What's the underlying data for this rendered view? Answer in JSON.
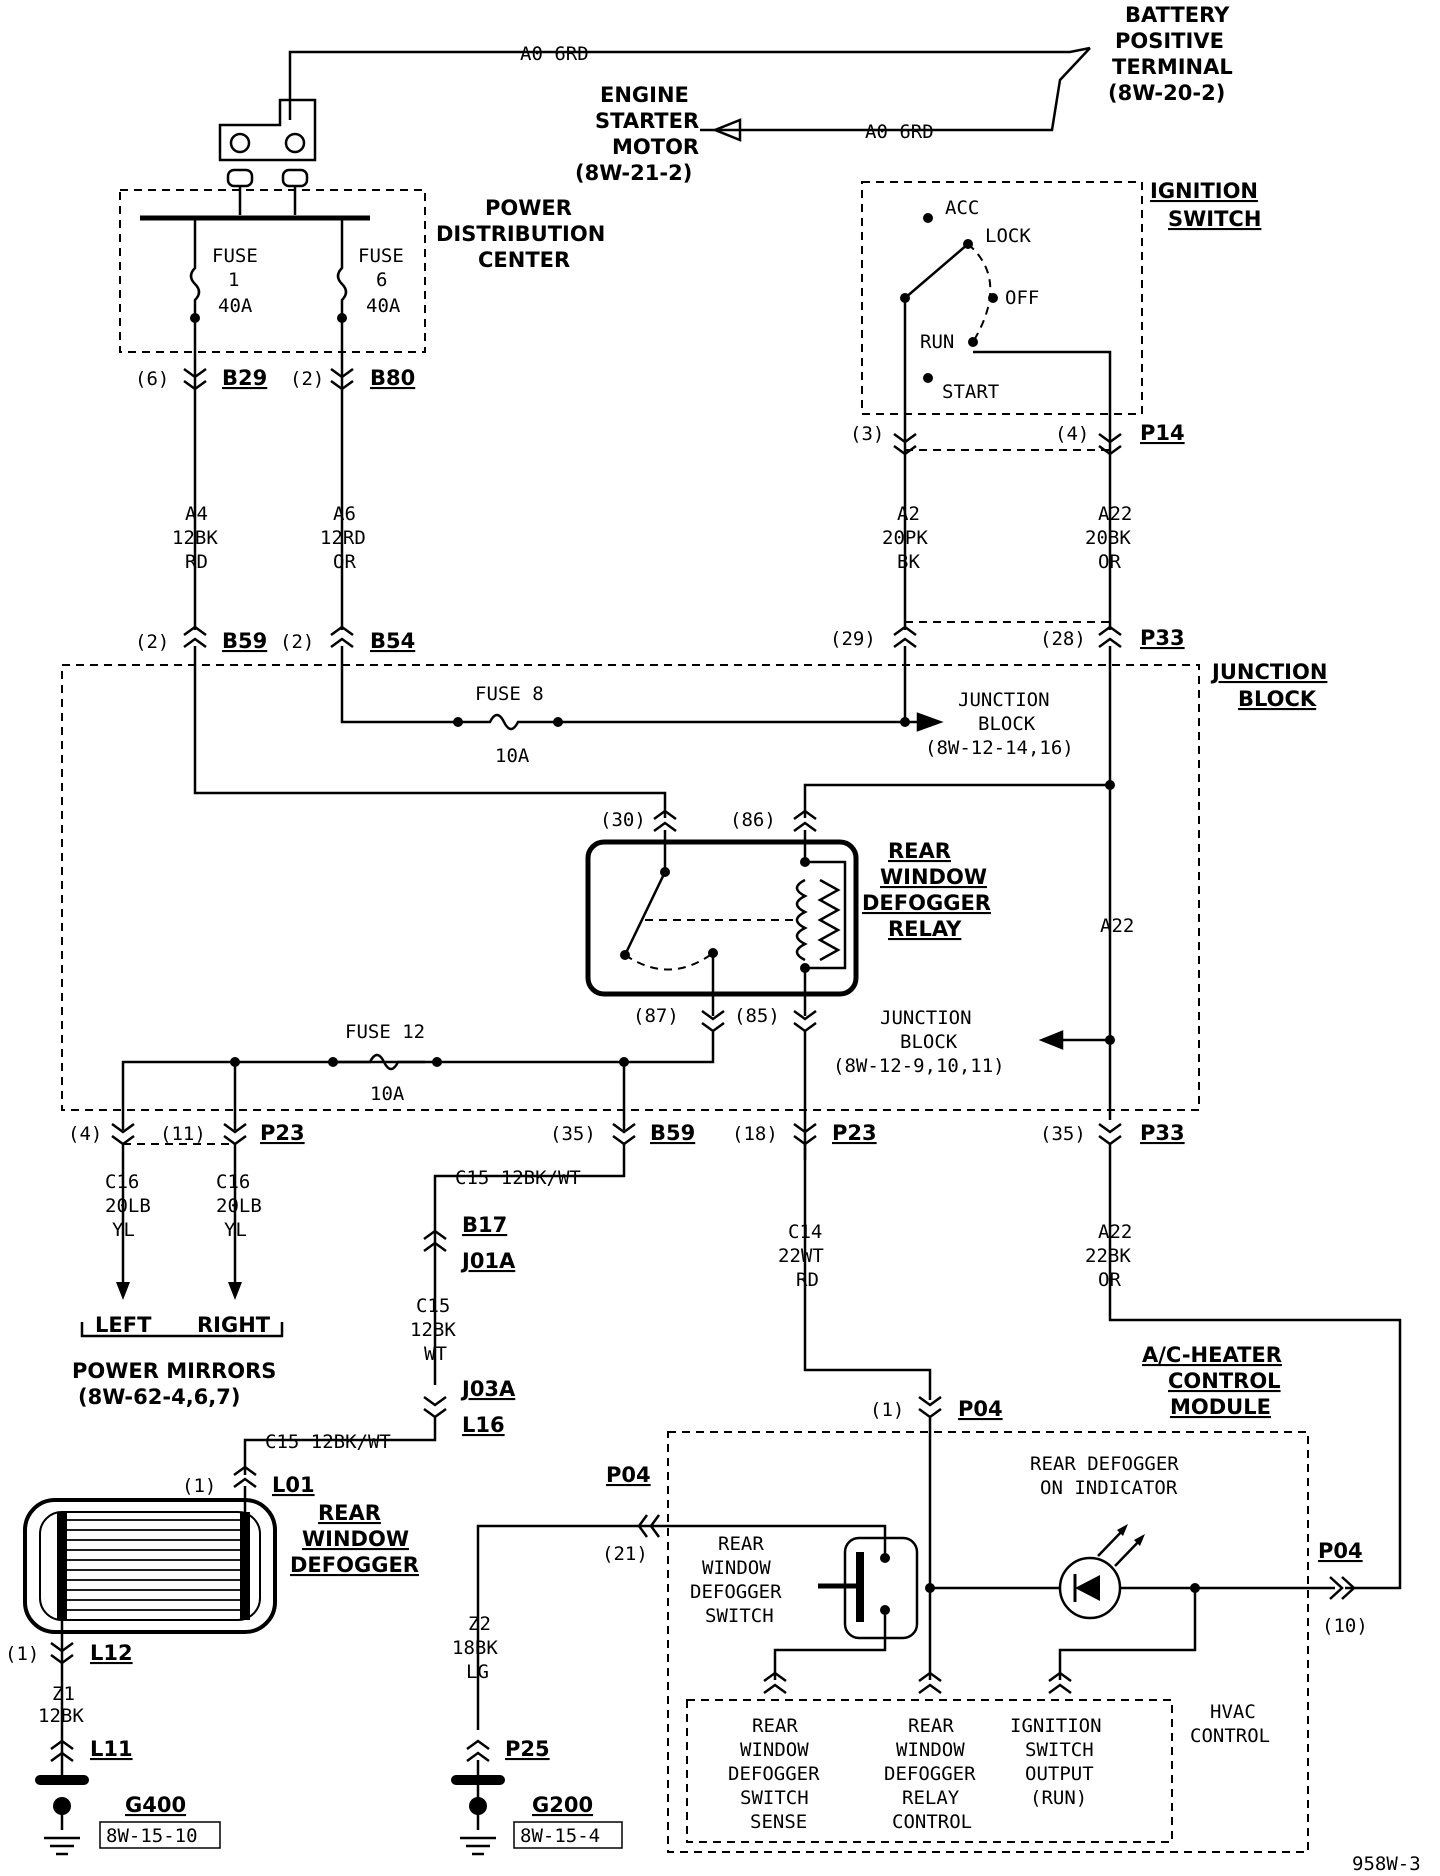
{
  "figure_id": "958W-3",
  "titles": {
    "battery": [
      "BATTERY",
      "POSITIVE",
      "TERMINAL",
      "(8W-20-2)"
    ],
    "starter": [
      "ENGINE",
      "STARTER",
      "MOTOR",
      "(8W-21-2)"
    ],
    "pdc": [
      "POWER",
      "DISTRIBUTION",
      "CENTER"
    ],
    "ignition": [
      "IGNITION",
      "SWITCH"
    ],
    "junction": [
      "JUNCTION",
      "BLOCK"
    ],
    "relay": [
      "REAR",
      "WINDOW",
      "DEFOGGER",
      "RELAY"
    ],
    "defogger": [
      "REAR",
      "WINDOW",
      "DEFOGGER"
    ],
    "mirrors": [
      "POWER MIRRORS",
      "(8W-62-4,6,7)"
    ],
    "mirror_left": "LEFT",
    "mirror_right": "RIGHT",
    "module": [
      "A/C-HEATER",
      "CONTROL",
      "MODULE"
    ]
  },
  "wires": {
    "batt_top": "A0 6RD",
    "batt_starter": "A0 6RD",
    "a4": [
      "A4",
      "12BK",
      "RD"
    ],
    "a6": [
      "A6",
      "12RD",
      "OR"
    ],
    "a2": [
      "A2",
      "20PK",
      "BK"
    ],
    "a22_top": [
      "A22",
      "20BK",
      "OR"
    ],
    "a22_mid": "A22",
    "c16_l": [
      "C16",
      "20LB",
      "YL"
    ],
    "c16_r": [
      "C16",
      "20LB",
      "YL"
    ],
    "c15_top": "C15 12BK/WT",
    "c15_mid": [
      "C15",
      "12BK",
      "WT"
    ],
    "c15_bot": "C15 12BK/WT",
    "c14": [
      "C14",
      "22WT",
      "RD"
    ],
    "a22_bot": [
      "A22",
      "22BK",
      "OR"
    ],
    "z1": [
      "Z1",
      "12BK"
    ],
    "z2": [
      "Z2",
      "18BK",
      "LG"
    ]
  },
  "fuses": {
    "f1": [
      "FUSE",
      "1",
      "40A"
    ],
    "f6": [
      "FUSE",
      "6",
      "40A"
    ],
    "f8_name": "FUSE 8",
    "f8_amp": "10A",
    "f12_name": "FUSE 12",
    "f12_amp": "10A"
  },
  "ignition_positions": [
    "ACC",
    "LOCK",
    "OFF",
    "RUN",
    "START"
  ],
  "junction_refs": {
    "upper": [
      "JUNCTION",
      "BLOCK",
      "(8W-12-14,16)"
    ],
    "lower": [
      "JUNCTION",
      "BLOCK",
      "(8W-12-9,10,11)"
    ]
  },
  "connectors": {
    "b29": "B29",
    "b80": "B80",
    "p14": "P14",
    "b59_top": "B59",
    "b54": "B54",
    "p33_top": "P33",
    "p23_l": "P23",
    "b59_bot": "B59",
    "p23_m": "P23",
    "p33_bot": "P33",
    "b17": "B17",
    "j01a": "J01A",
    "j03a": "J03A",
    "l16": "L16",
    "l01": "L01",
    "l12": "L12",
    "l11": "L11",
    "p04_top": "P04",
    "p04_left": "P04",
    "p04_right": "P04",
    "p25": "P25"
  },
  "pins": {
    "b29": "(6)",
    "b80": "(2)",
    "p14_l": "(3)",
    "p14_r": "(4)",
    "b59_top": "(2)",
    "b54": "(2)",
    "p33_l": "(29)",
    "p33_r": "(28)",
    "relay_30": "(30)",
    "relay_86": "(86)",
    "relay_87": "(87)",
    "relay_85": "(85)",
    "p23_4": "(4)",
    "p23_11": "(11)",
    "b59_35": "(35)",
    "p23_18": "(18)",
    "p33_35": "(35)",
    "l01": "(1)",
    "l12": "(1)",
    "p04_1": "(1)",
    "p04_21": "(21)",
    "p04_10": "(10)"
  },
  "grounds": {
    "g400": "G400",
    "g400_ref": "8W-15-10",
    "g200": "G200",
    "g200_ref": "8W-15-4"
  },
  "module": {
    "indicator": [
      "REAR DEFOGGER",
      "ON INDICATOR"
    ],
    "switch": [
      "REAR",
      "WINDOW",
      "DEFOGGER",
      "SWITCH"
    ],
    "hvac": [
      "HVAC",
      "CONTROL"
    ],
    "sense": [
      "REAR",
      "WINDOW",
      "DEFOGGER",
      "SWITCH",
      "SENSE"
    ],
    "relay_ctrl": [
      "REAR",
      "WINDOW",
      "DEFOGGER",
      "RELAY",
      "CONTROL"
    ],
    "ign_out": [
      "IGNITION",
      "SWITCH",
      "OUTPUT",
      "(RUN)"
    ]
  }
}
